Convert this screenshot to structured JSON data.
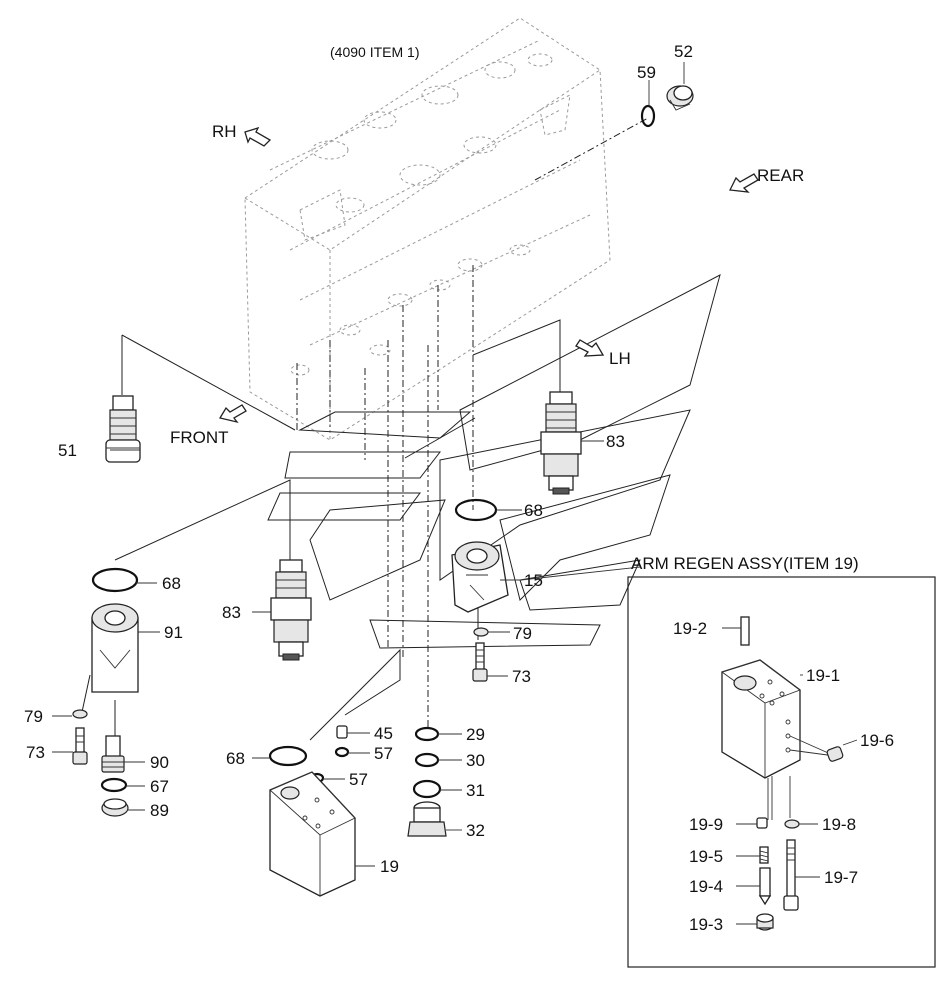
{
  "diagram": {
    "reference": "(4090 ITEM 1)",
    "directions": {
      "rh": "RH",
      "rear": "REAR",
      "lh": "LH",
      "front": "FRONT"
    },
    "assembly_title": "ARM REGEN ASSY(ITEM 19)",
    "labels": {
      "p52": "52",
      "p59": "59",
      "p51": "51",
      "p83a": "83",
      "p68a": "68",
      "p15": "15",
      "p68b": "68",
      "p91": "91",
      "p83b": "83",
      "p79a": "79",
      "p73a": "73",
      "p79b": "79",
      "p73b": "73",
      "p45": "45",
      "p29": "29",
      "p57a": "57",
      "p30": "30",
      "p90": "90",
      "p68c": "68",
      "p57b": "57",
      "p31": "31",
      "p67": "67",
      "p89": "89",
      "p32": "32",
      "p19": "19",
      "s19_2": "19-2",
      "s19_1": "19-1",
      "s19_6": "19-6",
      "s19_9": "19-9",
      "s19_8": "19-8",
      "s19_5": "19-5",
      "s19_4": "19-4",
      "s19_7": "19-7",
      "s19_3": "19-3"
    }
  }
}
